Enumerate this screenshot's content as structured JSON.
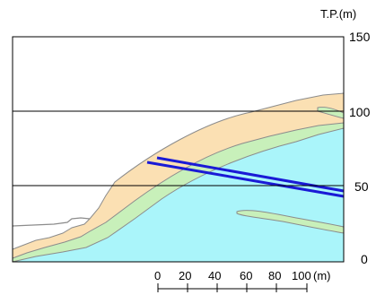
{
  "y_axis": {
    "unit_label": "T.P.(m)",
    "ticks": [
      "150",
      "100",
      "50",
      "0"
    ]
  },
  "scale_bar": {
    "ticks": [
      "0",
      "20",
      "40",
      "60",
      "80",
      "100"
    ],
    "unit": "(m)"
  },
  "colors": {
    "cyan_layer": "#aaf5fa",
    "green_layer": "#c8f0ba",
    "peach_layer": "#fbe0b3",
    "outline": "#8c8c8c",
    "blue_lines": "#1a1ad6",
    "grid": "#000000"
  }
}
